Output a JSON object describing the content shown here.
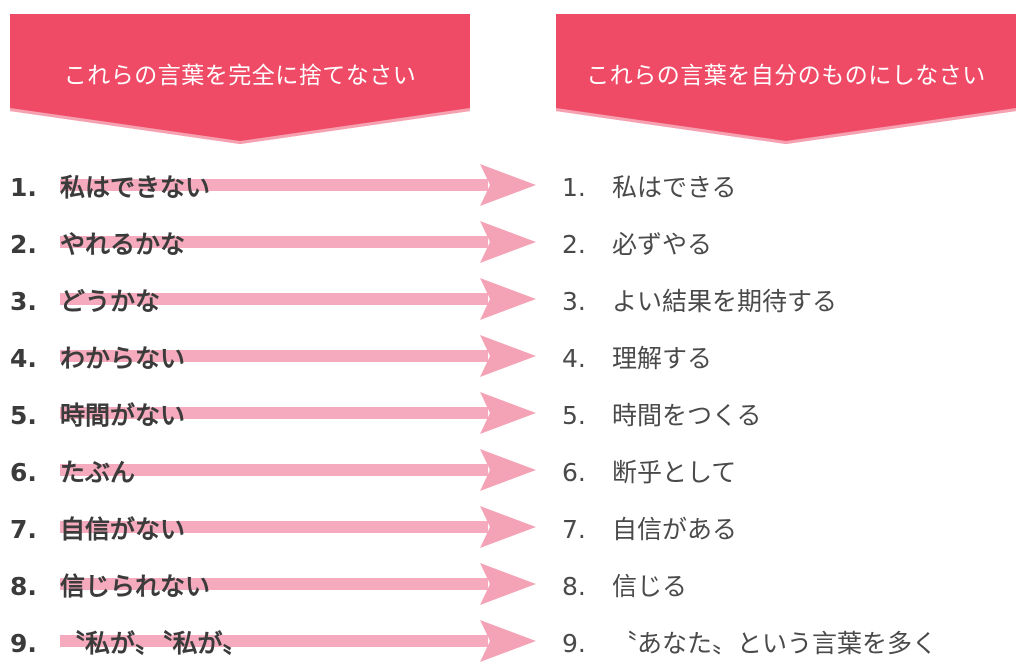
{
  "colors": {
    "banner": "#ef4a66",
    "banner_edge": "#f6a1b1",
    "arrow": "#f4a2b6",
    "text": "#3b3b3b"
  },
  "left_header": "これらの言葉を完全に捨てなさい",
  "right_header": "これらの言葉を自分のものにしなさい",
  "rows": [
    {
      "num": "1.",
      "discard": "私はできない",
      "adopt": "私はできる"
    },
    {
      "num": "2.",
      "discard": "やれるかな",
      "adopt": "必ずやる"
    },
    {
      "num": "3.",
      "discard": "どうかな",
      "adopt": "よい結果を期待する"
    },
    {
      "num": "4.",
      "discard": "わからない",
      "adopt": "理解する"
    },
    {
      "num": "5.",
      "discard": "時間がない",
      "adopt": "時間をつくる"
    },
    {
      "num": "6.",
      "discard": "たぶん",
      "adopt": "断乎として"
    },
    {
      "num": "7.",
      "discard": "自信がない",
      "adopt": "自信がある"
    },
    {
      "num": "8.",
      "discard": "信じられない",
      "adopt": "信じる"
    },
    {
      "num": "9.",
      "discard": "〝私が〟〝私が〟",
      "adopt": "〝あなた〟という言葉を多く"
    }
  ]
}
